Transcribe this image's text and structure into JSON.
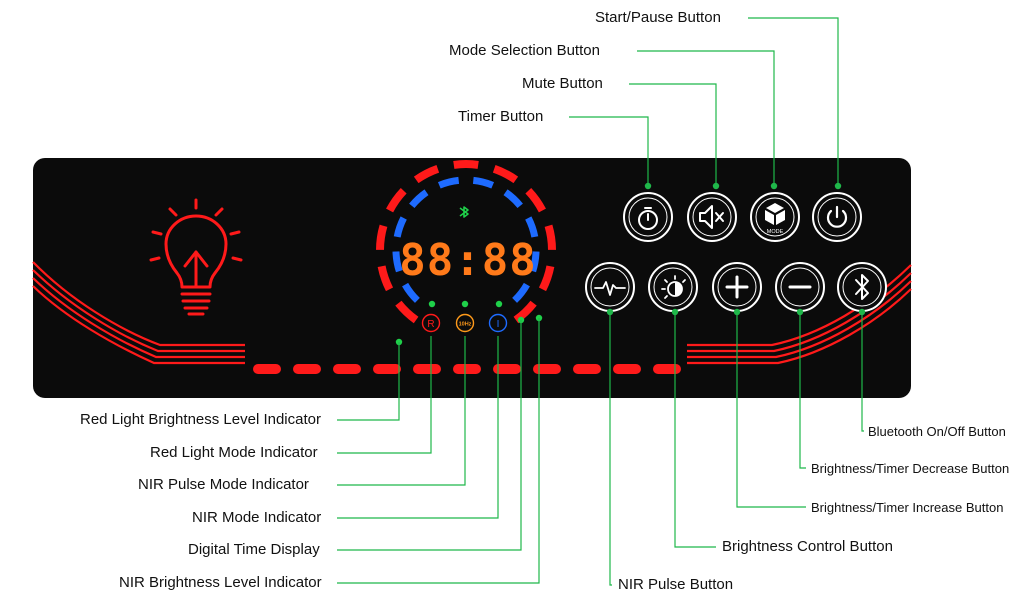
{
  "colors": {
    "panel": "#0b0b0b",
    "red": "#ff1a1a",
    "blue": "#1e6bff",
    "green": "#1fd14a",
    "leader": "#1fb84a",
    "white": "#ffffff",
    "orange": "#ff7a1a"
  },
  "display": {
    "digits": "88:88",
    "bluetooth_icon": "bluetooth-icon"
  },
  "indicators": {
    "red_mode": "R",
    "pulse_mode": "10Hz",
    "nir_mode": "I"
  },
  "buttons": {
    "timer": {
      "icon": "timer-icon"
    },
    "mute": {
      "icon": "mute-icon"
    },
    "mode": {
      "icon": "cube-icon",
      "label": "MODE"
    },
    "power": {
      "icon": "power-icon"
    },
    "pulse": {
      "icon": "pulse-wave-icon"
    },
    "brightness": {
      "icon": "sun-icon"
    },
    "increase": {
      "icon": "plus-icon"
    },
    "decrease": {
      "icon": "minus-icon"
    },
    "bluetooth": {
      "icon": "bluetooth-icon"
    }
  },
  "callouts": {
    "start_pause": "Start/Pause Button",
    "mode_selection": "Mode Selection Button",
    "mute": "Mute Button",
    "timer": "Timer Button",
    "red_brightness": "Red Light Brightness Level Indicator",
    "red_mode": "Red Light Mode Indicator",
    "nir_pulse_mode": "NIR Pulse Mode Indicator",
    "nir_mode": "NIR Mode Indicator",
    "digital_time": "Digital Time Display",
    "nir_brightness": "NIR Brightness Level Indicator",
    "bluetooth": "Bluetooth On/Off Button",
    "decrease": "Brightness/Timer Decrease Button",
    "increase": "Brightness/Timer Increase Button",
    "brightness_control": "Brightness Control Button",
    "nir_pulse": "NIR Pulse Button"
  }
}
